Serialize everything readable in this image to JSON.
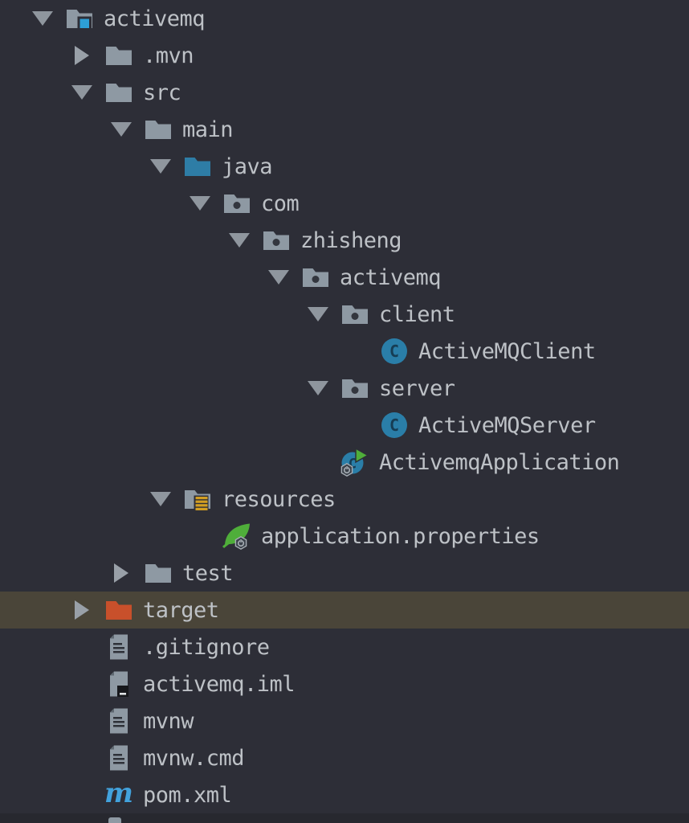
{
  "colors": {
    "background": "#2d2e37",
    "background_bottom_edge": "#27282f",
    "selection_row": "#4a4539",
    "text": "#bdc1c6",
    "folder_gray": "#8e99a3",
    "source_root_blue": "#2e7da6",
    "project_badge_blue": "#2d9fd6",
    "class_circle_teal": "#2a7ea8",
    "class_letter_dark": "#163d54",
    "excluded_orange": "#c8502b",
    "resources_amber": "#d29e22",
    "spring_green": "#4fae3a",
    "run_triangle_green": "#4fae3a",
    "maven_blue": "#42a2dd",
    "arrow_gray": "#8f969e",
    "file_lines_dark": "#2e3138",
    "file_fold_dark": "#5f6871",
    "iml_badge_dark": "#17181c",
    "badge_stroke_gray": "#a6adb4"
  },
  "tree": {
    "selected_item": "target",
    "items": [
      {
        "label": "activemq",
        "level": 0,
        "arrow": "expanded",
        "icon": "project-folder-icon",
        "selected": false
      },
      {
        "label": ".mvn",
        "level": 1,
        "arrow": "collapsed",
        "icon": "folder-icon",
        "selected": false
      },
      {
        "label": "src",
        "level": 1,
        "arrow": "expanded",
        "icon": "folder-icon",
        "selected": false
      },
      {
        "label": "main",
        "level": 2,
        "arrow": "expanded",
        "icon": "folder-icon",
        "selected": false
      },
      {
        "label": "java",
        "level": 3,
        "arrow": "expanded",
        "icon": "source-folder-icon",
        "selected": false
      },
      {
        "label": "com",
        "level": 4,
        "arrow": "expanded",
        "icon": "package-icon",
        "selected": false
      },
      {
        "label": "zhisheng",
        "level": 5,
        "arrow": "expanded",
        "icon": "package-icon",
        "selected": false
      },
      {
        "label": "activemq",
        "level": 6,
        "arrow": "expanded",
        "icon": "package-icon",
        "selected": false
      },
      {
        "label": "client",
        "level": 7,
        "arrow": "expanded",
        "icon": "package-icon",
        "selected": false
      },
      {
        "label": "ActiveMQClient",
        "level": 8,
        "arrow": "none",
        "icon": "class-icon",
        "selected": false
      },
      {
        "label": "server",
        "level": 7,
        "arrow": "expanded",
        "icon": "package-icon",
        "selected": false
      },
      {
        "label": "ActiveMQServer",
        "level": 8,
        "arrow": "none",
        "icon": "class-icon",
        "selected": false
      },
      {
        "label": "ActivemqApplication",
        "level": 7,
        "arrow": "none",
        "icon": "spring-boot-class-icon",
        "selected": false
      },
      {
        "label": "resources",
        "level": 3,
        "arrow": "expanded",
        "icon": "resources-folder-icon",
        "selected": false
      },
      {
        "label": "application.properties",
        "level": 4,
        "arrow": "none",
        "icon": "spring-properties-icon",
        "selected": false
      },
      {
        "label": "test",
        "level": 2,
        "arrow": "collapsed",
        "icon": "folder-icon",
        "selected": false
      },
      {
        "label": "target",
        "level": 1,
        "arrow": "collapsed",
        "icon": "excluded-folder-icon",
        "selected": true
      },
      {
        "label": ".gitignore",
        "level": 1,
        "arrow": "none",
        "icon": "text-file-icon",
        "selected": false
      },
      {
        "label": "activemq.iml",
        "level": 1,
        "arrow": "none",
        "icon": "iml-file-icon",
        "selected": false
      },
      {
        "label": "mvnw",
        "level": 1,
        "arrow": "none",
        "icon": "text-file-icon",
        "selected": false
      },
      {
        "label": "mvnw.cmd",
        "level": 1,
        "arrow": "none",
        "icon": "text-file-icon",
        "selected": false
      },
      {
        "label": "pom.xml",
        "level": 1,
        "arrow": "none",
        "icon": "maven-file-icon",
        "selected": false
      }
    ]
  }
}
